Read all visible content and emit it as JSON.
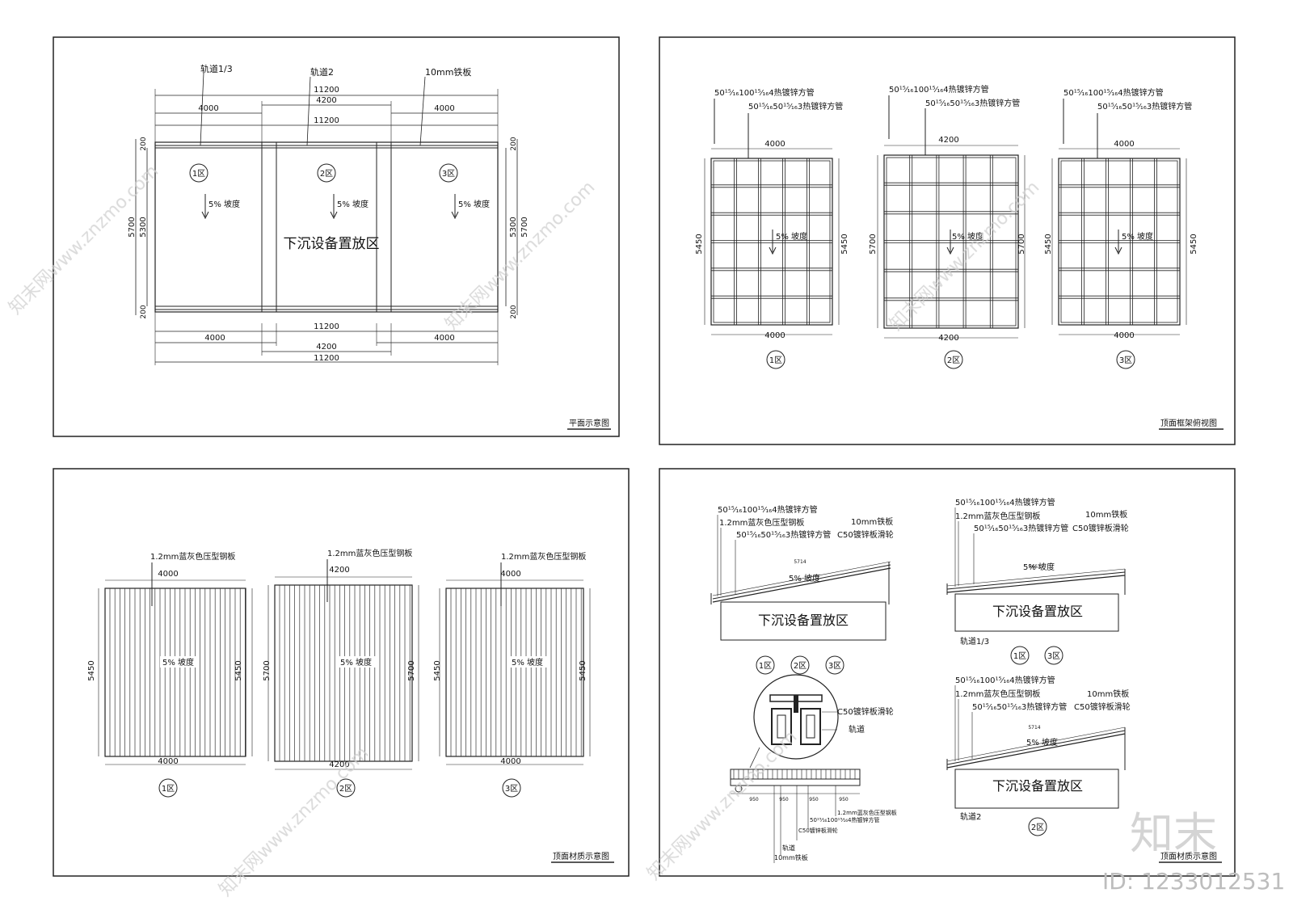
{
  "panels": {
    "plan": {
      "caption": "平面示意图",
      "labels": {
        "rail13": "轨道1/3",
        "rail2": "轨道2",
        "plate": "10mm铁板"
      },
      "dims": {
        "total": "11200",
        "side": "4000",
        "mid": "4200",
        "h5300": "5300",
        "h5700": "5700",
        "e200": "200"
      },
      "zones": [
        "1区",
        "2区",
        "3区"
      ],
      "slope": "5%  坡度",
      "center": "下沉设备置放区"
    },
    "frame": {
      "caption": "顶面框架俯视图",
      "tube4": "50¹⁵⁄₁₆100¹⁵⁄₁₆4热镀锌方管",
      "tube3": "50¹⁵⁄₁₆50¹⁵⁄₁₆3热镀锌方管",
      "widths": [
        "4000",
        "4200",
        "4000"
      ],
      "heights": [
        "5450",
        "5700",
        "5450"
      ],
      "zones": [
        "1区",
        "2区",
        "3区"
      ],
      "slope": "5%  坡度"
    },
    "material": {
      "caption": "顶面材质示意图",
      "steel": "1.2mm蓝灰色压型钢板",
      "widths": [
        "4000",
        "4200",
        "4000"
      ],
      "heights": [
        "5450",
        "5700",
        "5450"
      ],
      "zones": [
        "1区",
        "2区",
        "3区"
      ],
      "slope": "5%  坡度"
    },
    "section": {
      "caption": "顶面材质示意图",
      "tube4": "50¹⁵⁄₁₆100¹⁵⁄₁₆4热镀锌方管",
      "tube3": "50¹⁵⁄₁₆50¹⁵⁄₁₆3热镀锌方管",
      "steel": "1.2mm蓝灰色压型钢板",
      "plate": "10mm铁板",
      "wheel": "C50镀锌板滑轮",
      "rail": "轨道",
      "rail13": "轨道1/3",
      "rail2": "轨道2",
      "slope": "5%  坡度",
      "center": "下沉设备置放区",
      "zones": [
        "1区",
        "2区",
        "3区"
      ],
      "len1": "5714",
      "len2": "5463",
      "len3": "5714",
      "detail_dims": [
        "950",
        "950",
        "950",
        "950"
      ]
    }
  },
  "brand": {
    "logo": "知末",
    "id": "ID: 1233012531",
    "watermark": "知末网www.znzmo.com"
  }
}
